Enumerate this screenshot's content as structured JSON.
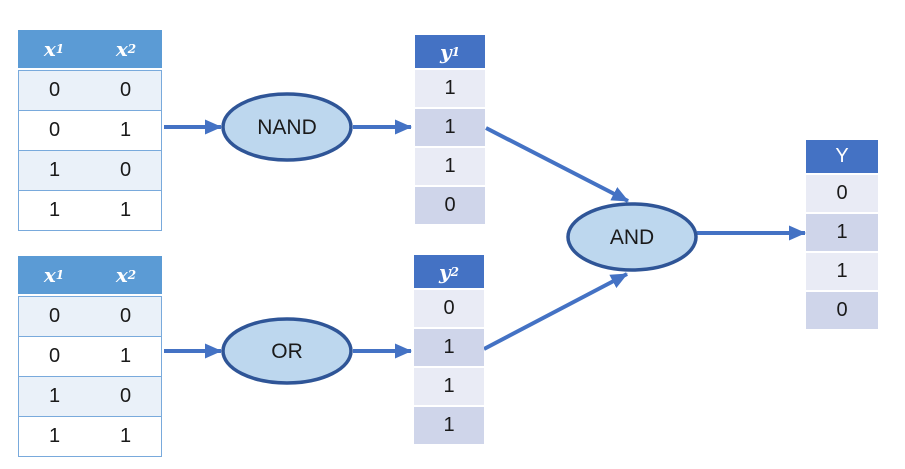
{
  "colors": {
    "x_header_bg": "#5B9BD5",
    "x_border": "#79AADC",
    "x_row_alt_bg": "#EAF1F9",
    "y_header_bg": "#4472C4",
    "y_row_dark_bg": "#E9EBF5",
    "y_row_light_bg": "#CFD5EA",
    "ellipse_fill": "#BDD7EE",
    "ellipse_stroke": "#2F5597",
    "arrow": "#4472C4",
    "ink": "#1A1A1A"
  },
  "gates": {
    "nand": {
      "label": "NAND"
    },
    "or": {
      "label": "OR"
    },
    "and": {
      "label": "AND"
    }
  },
  "tables": {
    "input_top": {
      "headers": [
        {
          "base": "x",
          "sub": "1"
        },
        {
          "base": "x",
          "sub": "2"
        }
      ],
      "rows": [
        [
          "0",
          "0"
        ],
        [
          "0",
          "1"
        ],
        [
          "1",
          "0"
        ],
        [
          "1",
          "1"
        ]
      ]
    },
    "input_bottom": {
      "headers": [
        {
          "base": "x",
          "sub": "1"
        },
        {
          "base": "x",
          "sub": "2"
        }
      ],
      "rows": [
        [
          "0",
          "0"
        ],
        [
          "0",
          "1"
        ],
        [
          "1",
          "0"
        ],
        [
          "1",
          "1"
        ]
      ]
    },
    "y1": {
      "header": {
        "base": "y",
        "sub": "1"
      },
      "values": [
        "1",
        "1",
        "1",
        "0"
      ]
    },
    "y2": {
      "header": {
        "base": "y",
        "sub": "2"
      },
      "values": [
        "0",
        "1",
        "1",
        "1"
      ]
    },
    "output": {
      "header": "Y",
      "values": [
        "0",
        "1",
        "1",
        "0"
      ]
    }
  }
}
